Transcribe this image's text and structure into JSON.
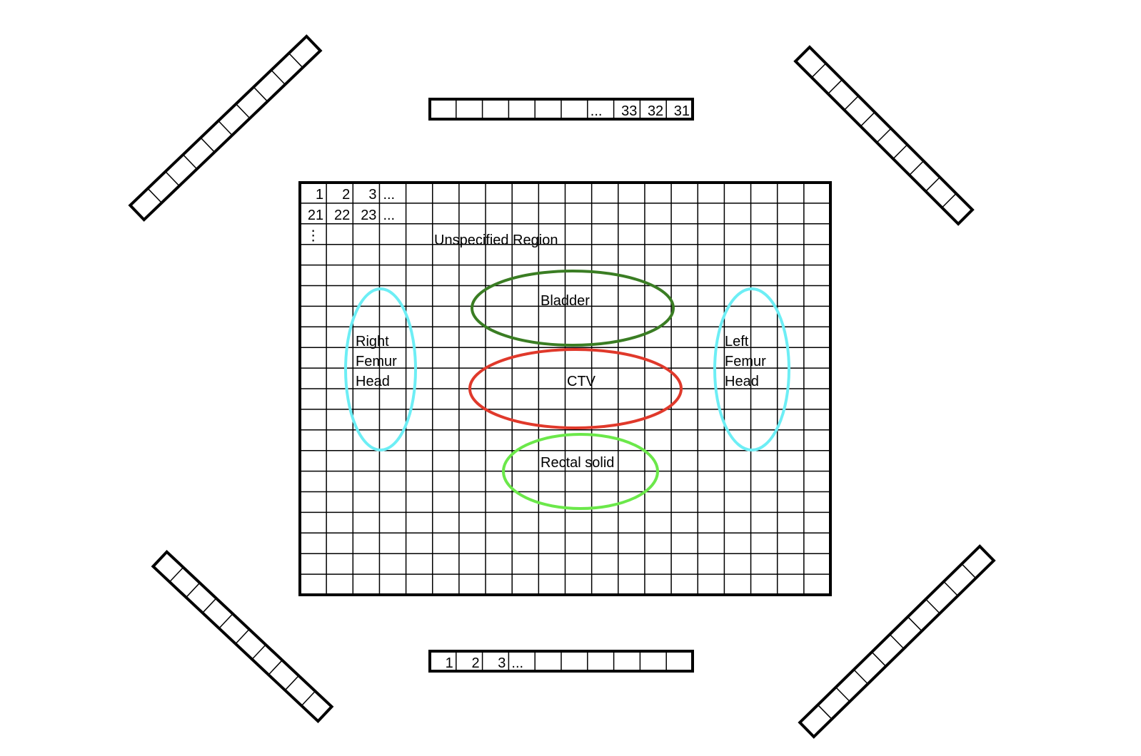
{
  "grid": {
    "cols": 20,
    "rows": 20,
    "row1_labels": [
      "1",
      "2",
      "3",
      "..."
    ],
    "row2_labels": [
      "21",
      "22",
      "23",
      "..."
    ],
    "vertical_ellipsis": "⋮"
  },
  "regions": {
    "unspecified": "Unspecified Region",
    "bladder": {
      "label": "Bladder",
      "color": "#3a7d23"
    },
    "ctv": {
      "label": "CTV",
      "color": "#e0392b"
    },
    "rectal": {
      "label": "Rectal solid",
      "color": "#6be84a"
    },
    "right_femur": {
      "lines": [
        "Right",
        "Femur",
        "Head"
      ],
      "color": "#6deef5"
    },
    "left_femur": {
      "lines": [
        "Left",
        "Femur",
        "Head"
      ],
      "color": "#6deef5"
    }
  },
  "detectors": {
    "top": {
      "cells": 10,
      "labels": [
        "",
        "",
        "",
        "",
        "",
        "",
        "...",
        "33",
        "32",
        "31"
      ]
    },
    "bottom": {
      "cells": 10,
      "labels": [
        "1",
        "2",
        "3",
        "...",
        "",
        "",
        "",
        "",
        "",
        ""
      ]
    },
    "diagonal_cells": 10
  }
}
